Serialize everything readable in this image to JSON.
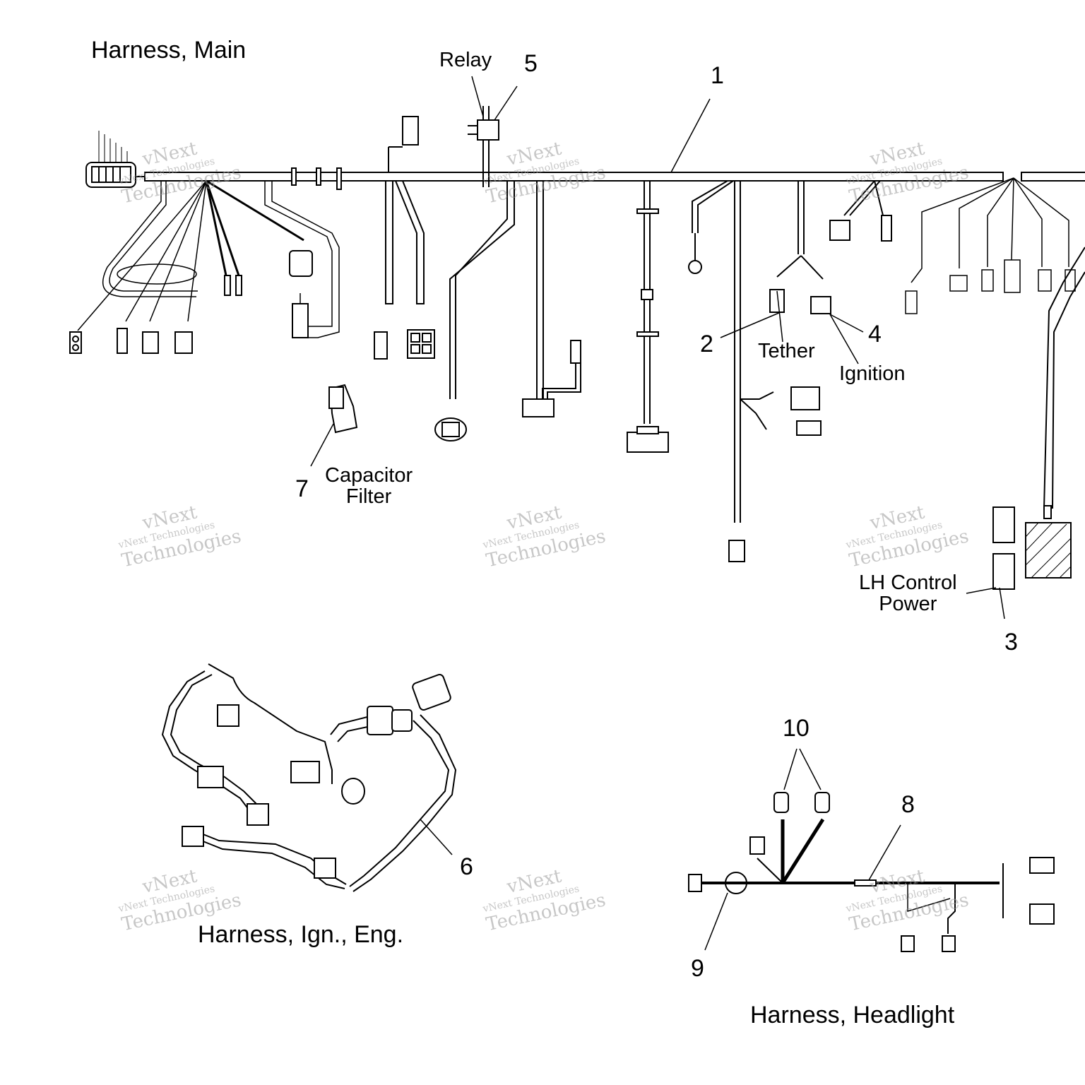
{
  "titles": {
    "main": "Harness, Main",
    "ign_eng": "Harness, Ign., Eng.",
    "headlight": "Harness, Headlight"
  },
  "callouts": {
    "n1": "1",
    "n2": "2",
    "n3": "3",
    "n4": "4",
    "n5": "5",
    "n6": "6",
    "n7": "7",
    "n8": "8",
    "n9": "9",
    "n10": "10"
  },
  "labels": {
    "relay": "Relay",
    "tether": "Tether",
    "ignition": "Ignition",
    "capacitor_filter": "Capacitor\nFilter",
    "lh_control_power": "LH Control\nPower"
  },
  "watermark": {
    "line1": "vNext",
    "line2": "vNext Technologies",
    "line3": "Technologies"
  }
}
